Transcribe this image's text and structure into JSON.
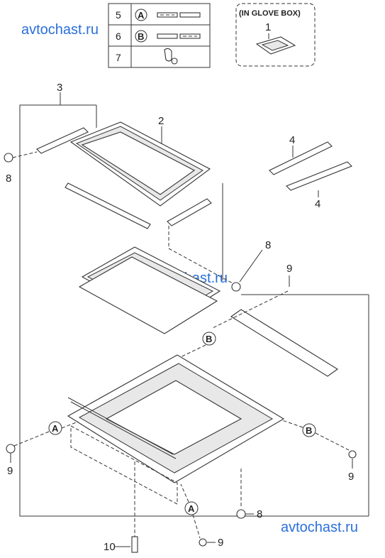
{
  "watermark": "avtochast.ru",
  "legend_table": {
    "rows": [
      {
        "no": "5",
        "ref": "A"
      },
      {
        "no": "6",
        "ref": "B"
      },
      {
        "no": "7",
        "ref": ""
      }
    ]
  },
  "glove_box": {
    "heading": "(IN GLOVE BOX)",
    "part": "1"
  },
  "callouts": {
    "c2": "2",
    "c3": "3",
    "c4a": "4",
    "c4b": "4",
    "c8a": "8",
    "c8b": "8",
    "c8c": "8",
    "c9a": "9",
    "c9b": "9",
    "c9c": "9",
    "c9d": "9",
    "c10": "10"
  },
  "refs": {
    "a1": "A",
    "a2": "A",
    "b1": "B",
    "b2": "B"
  }
}
